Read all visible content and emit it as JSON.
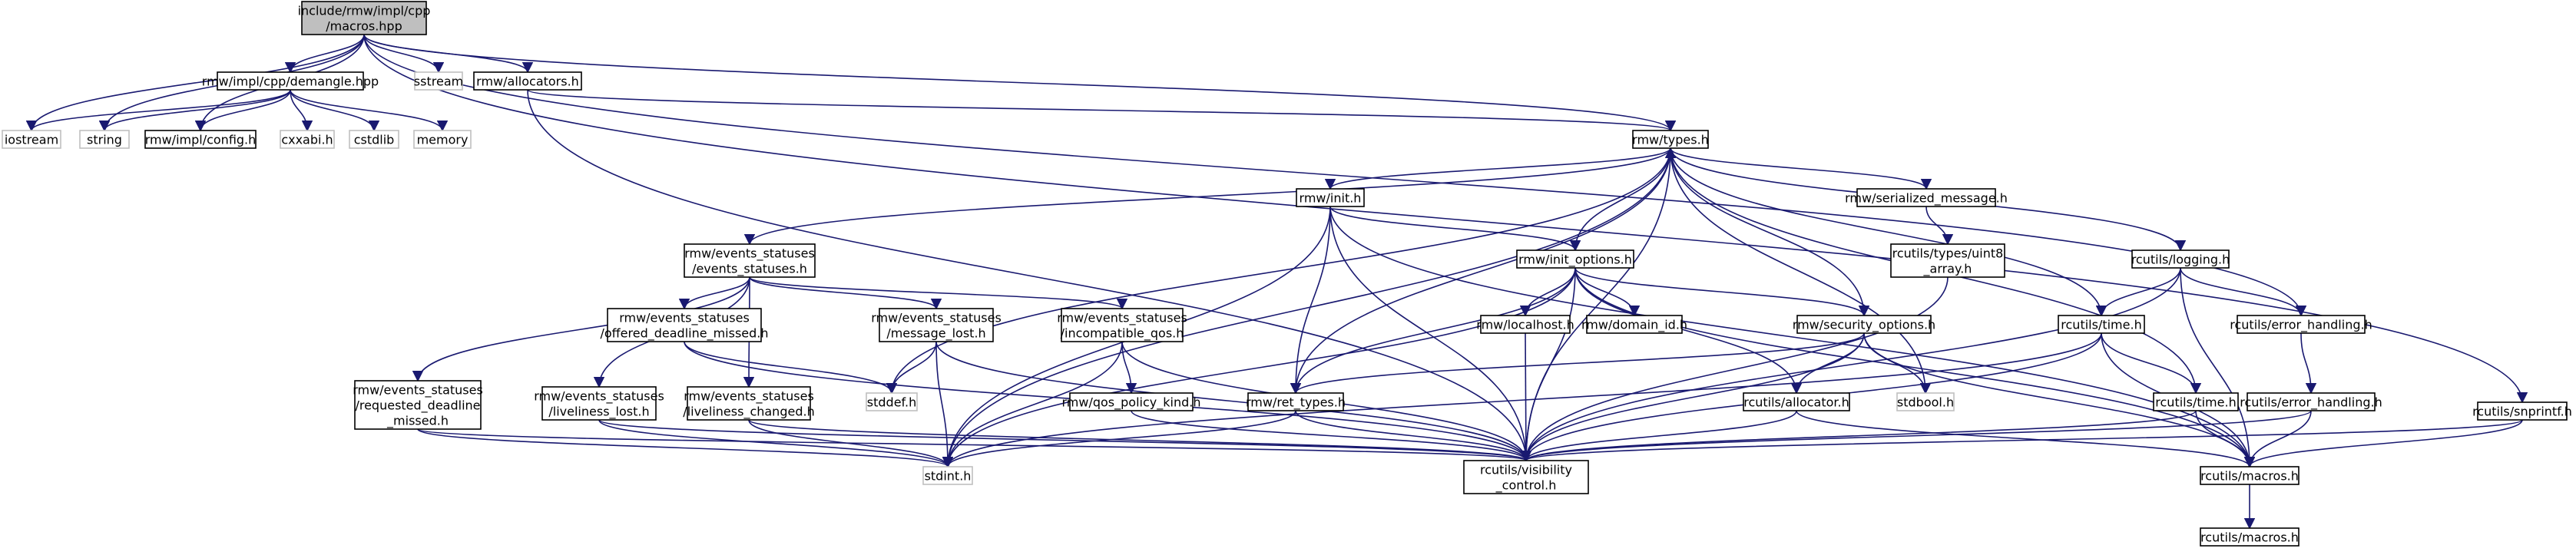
{
  "diagram": {
    "nodes": [
      {
        "id": "macros_hpp",
        "lines": [
          "include/rmw/impl/cpp",
          "/macros.hpp"
        ],
        "kind": "focus"
      },
      {
        "id": "demangle",
        "lines": [
          "rmw/impl/cpp/demangle.hpp"
        ],
        "kind": "internal"
      },
      {
        "id": "sstream",
        "lines": [
          "sstream"
        ],
        "kind": "external"
      },
      {
        "id": "allocators",
        "lines": [
          "rmw/allocators.h"
        ],
        "kind": "internal"
      },
      {
        "id": "iostream",
        "lines": [
          "iostream"
        ],
        "kind": "external"
      },
      {
        "id": "string",
        "lines": [
          "string"
        ],
        "kind": "external"
      },
      {
        "id": "config",
        "lines": [
          "rmw/impl/config.h"
        ],
        "kind": "internal"
      },
      {
        "id": "cxxabi",
        "lines": [
          "cxxabi.h"
        ],
        "kind": "external"
      },
      {
        "id": "cstdlib",
        "lines": [
          "cstdlib"
        ],
        "kind": "external"
      },
      {
        "id": "memory",
        "lines": [
          "memory"
        ],
        "kind": "external"
      },
      {
        "id": "types",
        "lines": [
          "rmw/types.h"
        ],
        "kind": "internal"
      },
      {
        "id": "init",
        "lines": [
          "rmw/init.h"
        ],
        "kind": "internal"
      },
      {
        "id": "serialized",
        "lines": [
          "rmw/serialized_message.h"
        ],
        "kind": "internal"
      },
      {
        "id": "uint8",
        "lines": [
          "rcutils/types/uint8",
          "_array.h"
        ],
        "kind": "internal"
      },
      {
        "id": "ev_statuses",
        "lines": [
          "rmw/events_statuses",
          "/events_statuses.h"
        ],
        "kind": "internal"
      },
      {
        "id": "init_options",
        "lines": [
          "rmw/init_options.h"
        ],
        "kind": "internal"
      },
      {
        "id": "logging",
        "lines": [
          "rcutils/logging.h"
        ],
        "kind": "internal"
      },
      {
        "id": "time_h",
        "lines": [
          "rcutils/time.h"
        ],
        "kind": "internal"
      },
      {
        "id": "err_handling_h",
        "lines": [
          "rcutils/error_handling.h"
        ],
        "kind": "internal"
      },
      {
        "id": "snprintf",
        "lines": [
          "rcutils/snprintf.h"
        ],
        "kind": "internal"
      },
      {
        "id": "offered",
        "lines": [
          "rmw/events_statuses",
          "/offered_deadline_missed.h"
        ],
        "kind": "internal"
      },
      {
        "id": "msg_lost",
        "lines": [
          "rmw/events_statuses",
          "/message_lost.h"
        ],
        "kind": "internal"
      },
      {
        "id": "incompat",
        "lines": [
          "rmw/events_statuses",
          "/incompatible_qos.h"
        ],
        "kind": "internal"
      },
      {
        "id": "localhost",
        "lines": [
          "rmw/localhost.h"
        ],
        "kind": "internal"
      },
      {
        "id": "domain_id",
        "lines": [
          "rmw/domain_id.h"
        ],
        "kind": "internal"
      },
      {
        "id": "security",
        "lines": [
          "rmw/security_options.h"
        ],
        "kind": "internal"
      },
      {
        "id": "requested",
        "lines": [
          "rmw/events_statuses",
          "/requested_deadline",
          "_missed.h"
        ],
        "kind": "internal"
      },
      {
        "id": "liveliness_lost",
        "lines": [
          "rmw/events_statuses",
          "/liveliness_lost.h"
        ],
        "kind": "internal"
      },
      {
        "id": "liveliness_changed",
        "lines": [
          "rmw/events_statuses",
          "/liveliness_changed.h"
        ],
        "kind": "internal"
      },
      {
        "id": "stddef",
        "lines": [
          "stddef.h"
        ],
        "kind": "external"
      },
      {
        "id": "qos_policy",
        "lines": [
          "rmw/qos_policy_kind.h"
        ],
        "kind": "internal"
      },
      {
        "id": "ret_types",
        "lines": [
          "rmw/ret_types.h"
        ],
        "kind": "internal"
      },
      {
        "id": "allocator",
        "lines": [
          "rcutils/allocator.h"
        ],
        "kind": "internal"
      },
      {
        "id": "stdbool",
        "lines": [
          "stdbool.h"
        ],
        "kind": "external"
      },
      {
        "id": "time_hpp",
        "lines": [
          "rcutils/time.h"
        ],
        "kind": "internal"
      },
      {
        "id": "err_handling_hpp",
        "lines": [
          "rcutils/error_handling.h"
        ],
        "kind": "internal"
      },
      {
        "id": "stdint",
        "lines": [
          "stdint.h"
        ],
        "kind": "external"
      },
      {
        "id": "visibility",
        "lines": [
          "rcutils/visibility",
          "_control.h"
        ],
        "kind": "internal"
      },
      {
        "id": "macros_h",
        "lines": [
          "rcutils/macros.h"
        ],
        "kind": "internal"
      },
      {
        "id": "macros_h2",
        "lines": [
          "rcutils/macros.h"
        ],
        "kind": "internal"
      }
    ],
    "edges": [
      [
        "macros_hpp",
        "demangle"
      ],
      [
        "macros_hpp",
        "sstream"
      ],
      [
        "macros_hpp",
        "allocators"
      ],
      [
        "macros_hpp",
        "iostream"
      ],
      [
        "macros_hpp",
        "string"
      ],
      [
        "macros_hpp",
        "config"
      ],
      [
        "macros_hpp",
        "types"
      ],
      [
        "macros_hpp",
        "err_handling_h"
      ],
      [
        "macros_hpp",
        "snprintf"
      ],
      [
        "demangle",
        "iostream"
      ],
      [
        "demangle",
        "string"
      ],
      [
        "demangle",
        "config"
      ],
      [
        "demangle",
        "cxxabi"
      ],
      [
        "demangle",
        "cstdlib"
      ],
      [
        "demangle",
        "memory"
      ],
      [
        "allocators",
        "types"
      ],
      [
        "allocators",
        "visibility"
      ],
      [
        "types",
        "init"
      ],
      [
        "types",
        "serialized"
      ],
      [
        "types",
        "ev_statuses"
      ],
      [
        "types",
        "init_options"
      ],
      [
        "types",
        "logging"
      ],
      [
        "types",
        "time_h"
      ],
      [
        "types",
        "security"
      ],
      [
        "types",
        "ret_types"
      ],
      [
        "types",
        "stddef"
      ],
      [
        "types",
        "stdint"
      ],
      [
        "types",
        "stdbool"
      ],
      [
        "types",
        "visibility"
      ],
      [
        "serialized",
        "uint8"
      ],
      [
        "uint8",
        "visibility"
      ],
      [
        "init",
        "init_options"
      ],
      [
        "init",
        "ret_types"
      ],
      [
        "init",
        "stdint"
      ],
      [
        "init",
        "visibility"
      ],
      [
        "init",
        "macros_h"
      ],
      [
        "ev_statuses",
        "requested"
      ],
      [
        "ev_statuses",
        "liveliness_lost"
      ],
      [
        "ev_statuses",
        "liveliness_changed"
      ],
      [
        "ev_statuses",
        "offered"
      ],
      [
        "ev_statuses",
        "msg_lost"
      ],
      [
        "ev_statuses",
        "incompat"
      ],
      [
        "init_options",
        "localhost"
      ],
      [
        "init_options",
        "domain_id"
      ],
      [
        "init_options",
        "security"
      ],
      [
        "init_options",
        "allocator"
      ],
      [
        "init_options",
        "ret_types"
      ],
      [
        "init_options",
        "stdint"
      ],
      [
        "init_options",
        "visibility"
      ],
      [
        "init_options",
        "macros_h"
      ],
      [
        "logging",
        "time_h"
      ],
      [
        "logging",
        "err_handling_h"
      ],
      [
        "logging",
        "visibility"
      ],
      [
        "logging",
        "macros_h"
      ],
      [
        "time_h",
        "time_hpp"
      ],
      [
        "time_h",
        "stdint"
      ],
      [
        "time_h",
        "visibility"
      ],
      [
        "time_h",
        "macros_h"
      ],
      [
        "time_hpp",
        "types"
      ],
      [
        "time_hpp",
        "visibility"
      ],
      [
        "time_hpp",
        "macros_h"
      ],
      [
        "err_handling_h",
        "err_handling_hpp"
      ],
      [
        "err_handling_hpp",
        "visibility"
      ],
      [
        "err_handling_hpp",
        "macros_h"
      ],
      [
        "snprintf",
        "visibility"
      ],
      [
        "snprintf",
        "macros_h"
      ],
      [
        "offered",
        "stddef"
      ],
      [
        "offered",
        "visibility"
      ],
      [
        "msg_lost",
        "stddef"
      ],
      [
        "msg_lost",
        "stdint"
      ],
      [
        "msg_lost",
        "visibility"
      ],
      [
        "incompat",
        "qos_policy"
      ],
      [
        "incompat",
        "visibility"
      ],
      [
        "incompat",
        "stdint"
      ],
      [
        "qos_policy",
        "visibility"
      ],
      [
        "localhost",
        "visibility"
      ],
      [
        "security",
        "ret_types"
      ],
      [
        "security",
        "allocator"
      ],
      [
        "security",
        "stdbool"
      ],
      [
        "security",
        "visibility"
      ],
      [
        "security",
        "macros_h"
      ],
      [
        "requested",
        "stdint"
      ],
      [
        "requested",
        "visibility"
      ],
      [
        "liveliness_lost",
        "stdint"
      ],
      [
        "liveliness_lost",
        "visibility"
      ],
      [
        "liveliness_changed",
        "stdint"
      ],
      [
        "liveliness_changed",
        "visibility"
      ],
      [
        "ret_types",
        "stdint"
      ],
      [
        "ret_types",
        "visibility"
      ],
      [
        "allocator",
        "visibility"
      ],
      [
        "allocator",
        "macros_h"
      ],
      [
        "macros_h",
        "macros_h2"
      ]
    ]
  }
}
